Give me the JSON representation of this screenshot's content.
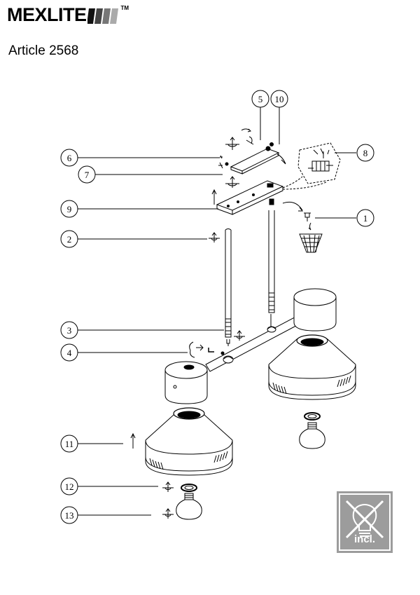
{
  "brand": {
    "name": "MEXLITE",
    "tm": "TM"
  },
  "article": {
    "title": "Article 2568"
  },
  "callouts": [
    {
      "n": "1"
    },
    {
      "n": "2"
    },
    {
      "n": "3"
    },
    {
      "n": "4"
    },
    {
      "n": "5"
    },
    {
      "n": "6"
    },
    {
      "n": "7"
    },
    {
      "n": "8"
    },
    {
      "n": "9"
    },
    {
      "n": "10"
    },
    {
      "n": "11"
    },
    {
      "n": "12"
    },
    {
      "n": "13"
    }
  ],
  "badge": {
    "label": "incl.",
    "icon": "bulb-crossed-icon"
  }
}
